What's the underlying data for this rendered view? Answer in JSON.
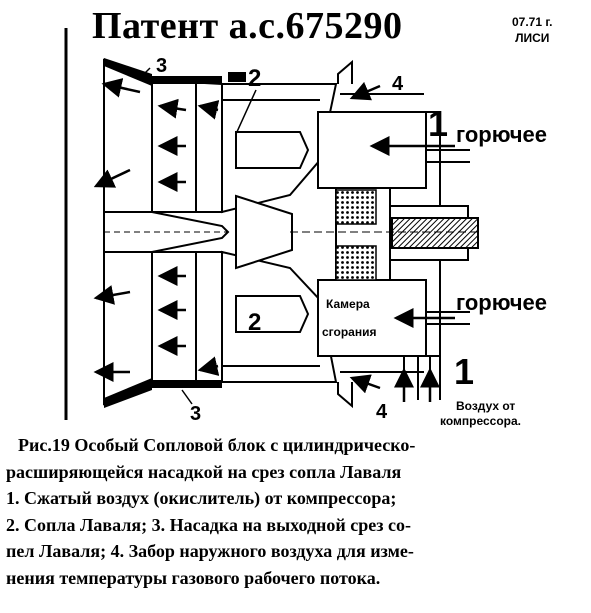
{
  "header": {
    "title": "Патент а.с.675290",
    "date": "07.71 г.",
    "org": "ЛИСИ"
  },
  "diagram": {
    "labels": {
      "fuel_top": "горючее",
      "fuel_bottom": "горючее",
      "chamber_line1": "Камера",
      "chamber_line2": "сгорания",
      "air_line1": "Воздух от",
      "air_line2": "компрессора."
    },
    "callouts": {
      "n1_top": "1",
      "n1_bottom": "1",
      "n2_top": "2",
      "n2_bottom": "2",
      "n3_top": "3",
      "n3_bottom": "3",
      "n4_top": "4",
      "n4_bottom": "4"
    }
  },
  "caption": {
    "lines": [
      "Рис.19 Особый Сопловой блок с цилиндрическо-",
      "расширяющейся насадкой на срез сопла  Лаваля",
      "1. Сжатый воздух (окислитель) от компрессора;",
      "2. Сопла Лаваля;  3. Насадка на выходной срез со-",
      "пел Лаваля;  4. Забор наружного воздуха для изме-",
      "нения температуры  газового рабочего потока."
    ]
  }
}
